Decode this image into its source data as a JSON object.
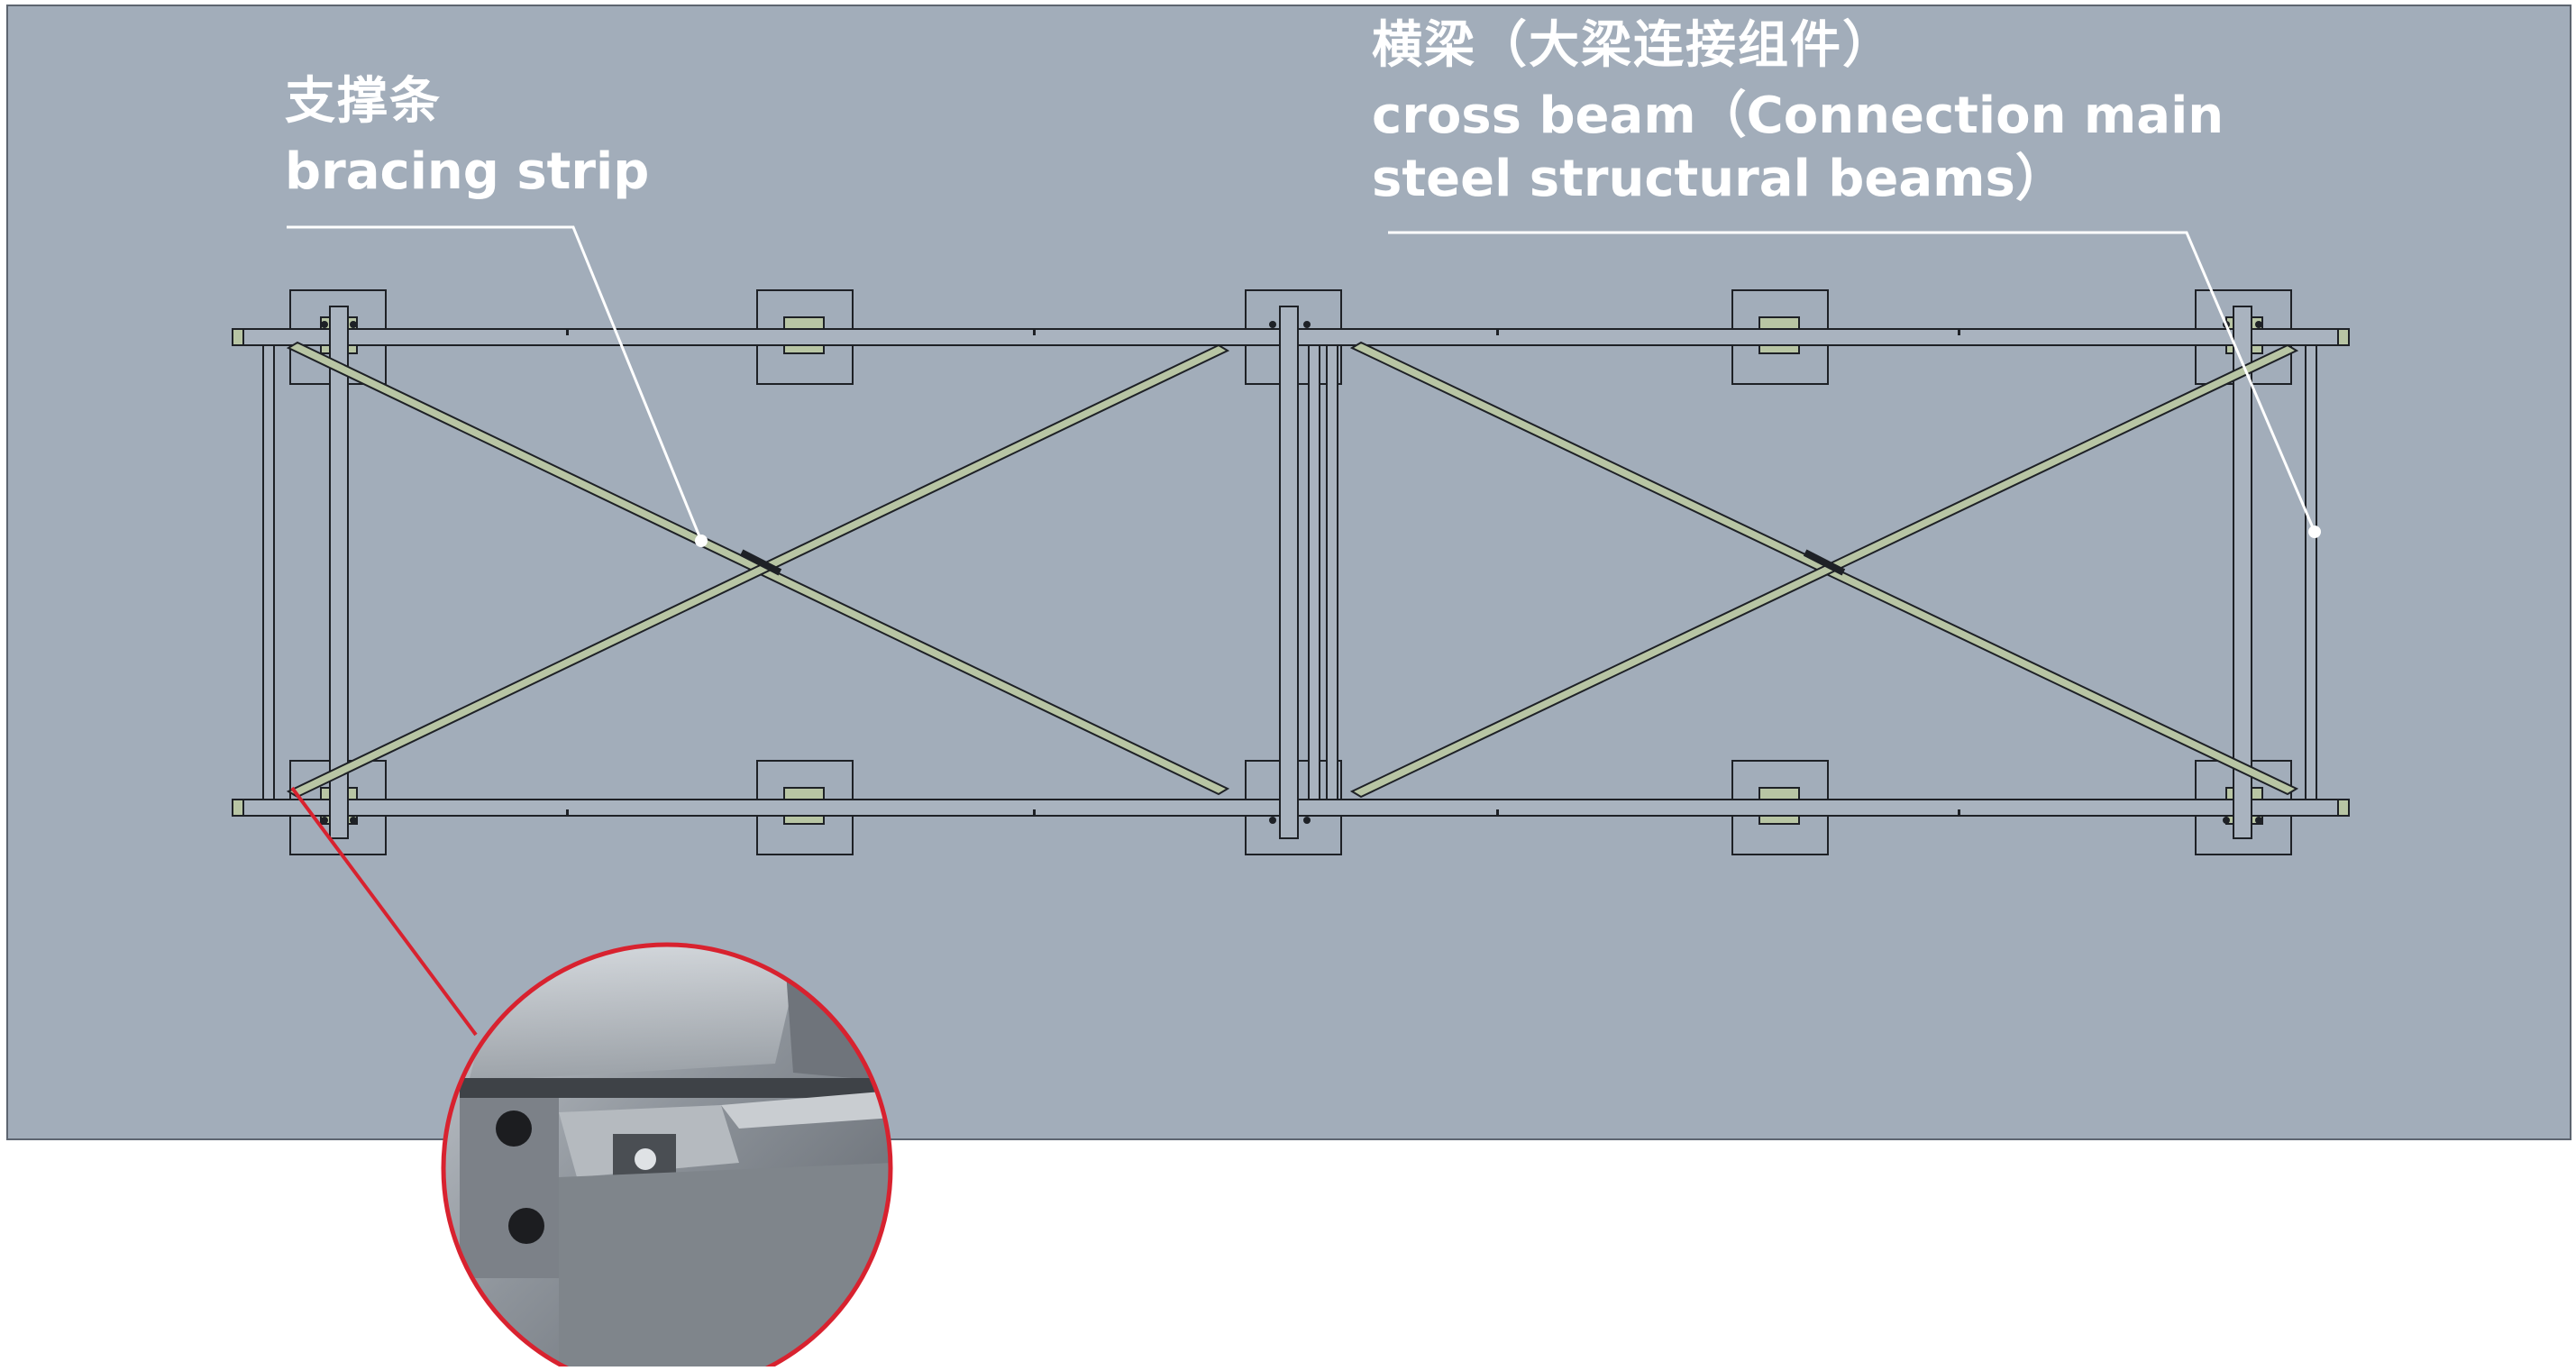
{
  "colors": {
    "canvas": "#a2adba",
    "outline": "#1e2126",
    "bracing_fill": "#b8c5a4",
    "callout_white": "#ffffff",
    "callout_red": "#d8222f",
    "photo_metal": "#8c9096"
  },
  "labels": {
    "bracing": {
      "zh": "支撑条",
      "en": "bracing strip"
    },
    "cross_beam": {
      "zh": "横梁（大梁连接组件）",
      "en_line1": "cross beam（Connection main",
      "en_line2": "steel structural beams）"
    }
  },
  "detail_photo": {
    "description_icon": "bolted-joint-photo"
  }
}
